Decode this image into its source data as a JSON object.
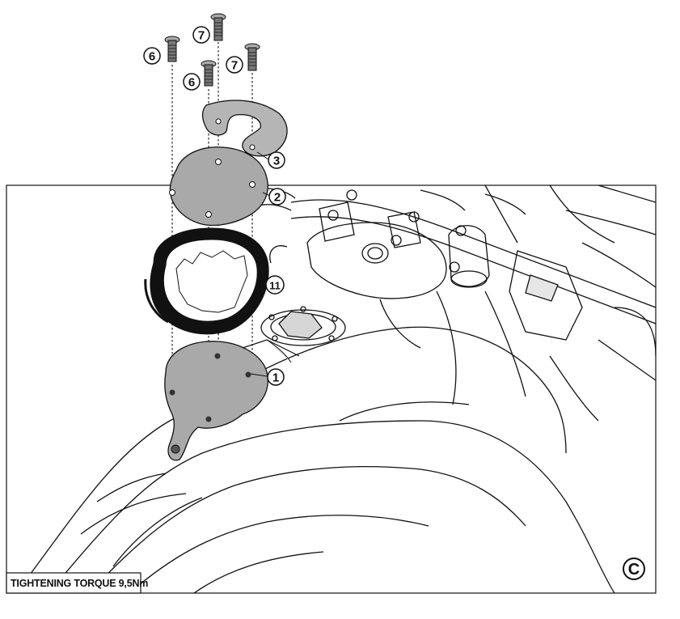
{
  "diagram": {
    "torque_label": "TIGHTENING TORQUE 9,5Nm",
    "view_label": "C",
    "callouts": [
      {
        "id": "c6a",
        "text": "6"
      },
      {
        "id": "c7a",
        "text": "7"
      },
      {
        "id": "c6b",
        "text": "6"
      },
      {
        "id": "c7b",
        "text": "7"
      },
      {
        "id": "c3",
        "text": "3"
      },
      {
        "id": "c2",
        "text": "2"
      },
      {
        "id": "c11",
        "text": "11"
      },
      {
        "id": "c1",
        "text": "1"
      }
    ]
  }
}
